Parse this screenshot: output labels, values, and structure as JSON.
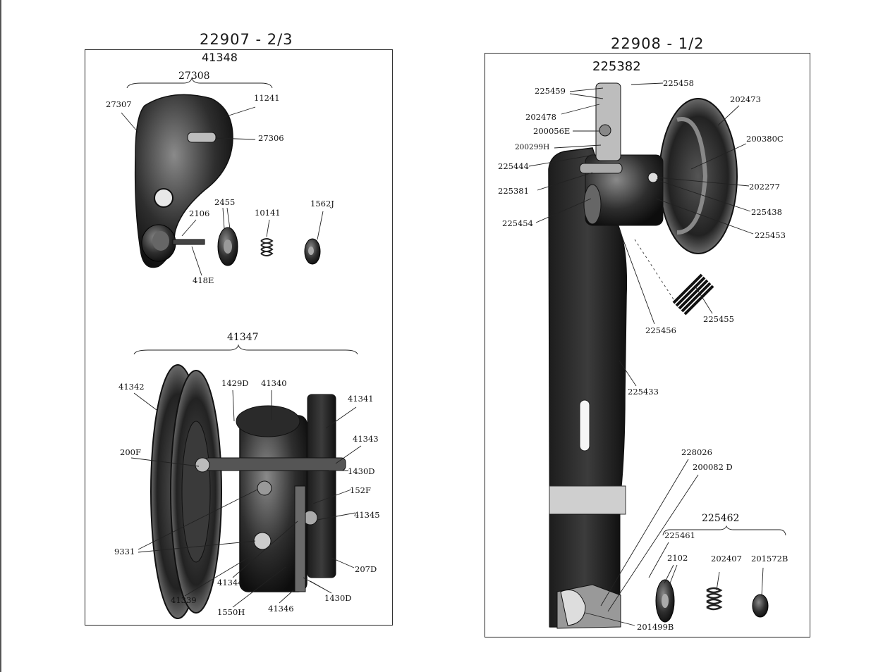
{
  "left": {
    "title": "22907 - 2/3",
    "assembly": "41348",
    "upper_group": "27308",
    "upper_parts": [
      "27307",
      "11241",
      "27306",
      "2106",
      "2455",
      "10141",
      "1562J",
      "418E"
    ],
    "lower_group": "41347",
    "lower_parts": [
      "41342",
      "1429D",
      "41340",
      "41341",
      "41343",
      "200F",
      "1430D",
      "152F",
      "41345",
      "9331",
      "207D",
      "41344",
      "41339",
      "1550H",
      "41346",
      "1430D"
    ]
  },
  "right": {
    "title": "22908 - 1/2",
    "assembly": "225382",
    "parts": [
      "225459",
      "225458",
      "202478",
      "202473",
      "200056E",
      "200380C",
      "200299H",
      "225444",
      "202277",
      "225381",
      "225438",
      "225454",
      "225453",
      "225455",
      "225456",
      "225433",
      "228026",
      "200082 D",
      "201499B"
    ],
    "sub_group": "225462",
    "sub_parts": [
      "225461",
      "2102",
      "202407",
      "201572B"
    ]
  }
}
